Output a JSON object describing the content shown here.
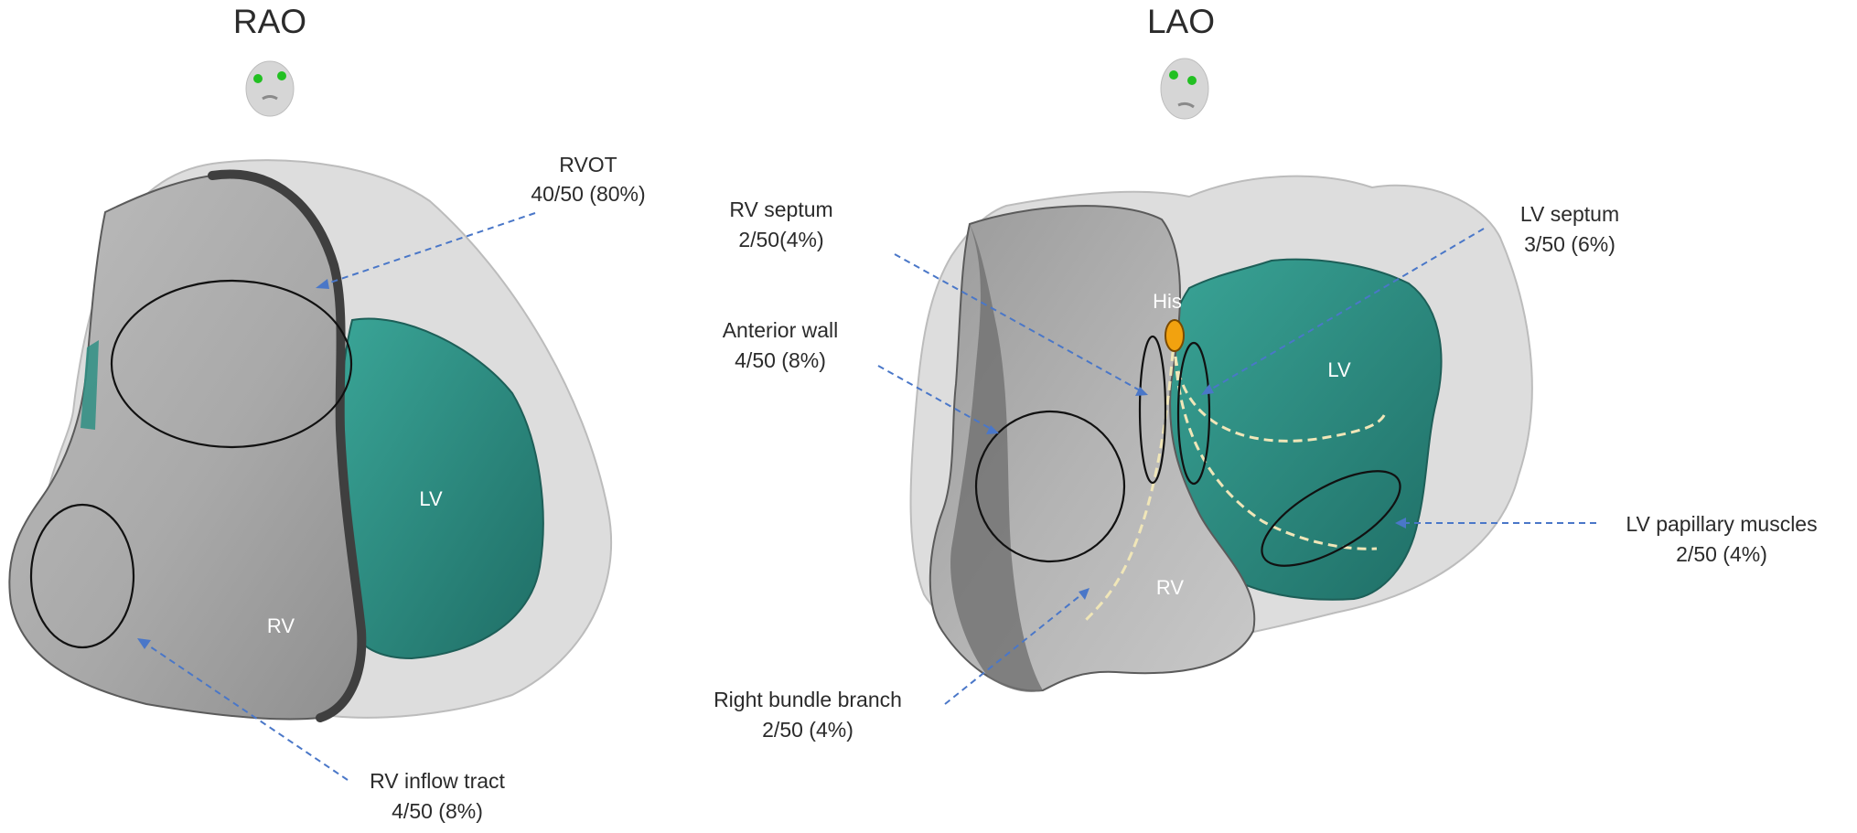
{
  "views": [
    {
      "title": "RAO",
      "chambers": {
        "right_ventricle": "RV",
        "left_ventricle": "LV"
      },
      "sites": [
        {
          "name": "RVOT",
          "count": "40/50 (80%)"
        },
        {
          "name": "RV inflow tract",
          "count": "4/50 (8%)"
        }
      ]
    },
    {
      "title": "LAO",
      "chambers": {
        "right_ventricle": "RV",
        "left_ventricle": "LV",
        "his": "His"
      },
      "sites": [
        {
          "name": "RV septum",
          "count": "2/50(4%)"
        },
        {
          "name": "LV septum",
          "count": "3/50 (6%)"
        },
        {
          "name": "Anterior  wall",
          "count": "4/50 (8%)"
        },
        {
          "name": "LV papillary muscles",
          "count": "2/50 (4%)"
        },
        {
          "name": "Right bundle branch",
          "count": "2/50 (4%)"
        }
      ]
    }
  ],
  "colors": {
    "shell": "#c9c9c9",
    "rv_surface": "#a6a6a6",
    "lv_surface": "#2f8f84",
    "his_marker": "#f2a20f",
    "leader_line": "#4a77c8",
    "conduction_path": "#f0e6b8",
    "eye_marker": "#22c022"
  }
}
